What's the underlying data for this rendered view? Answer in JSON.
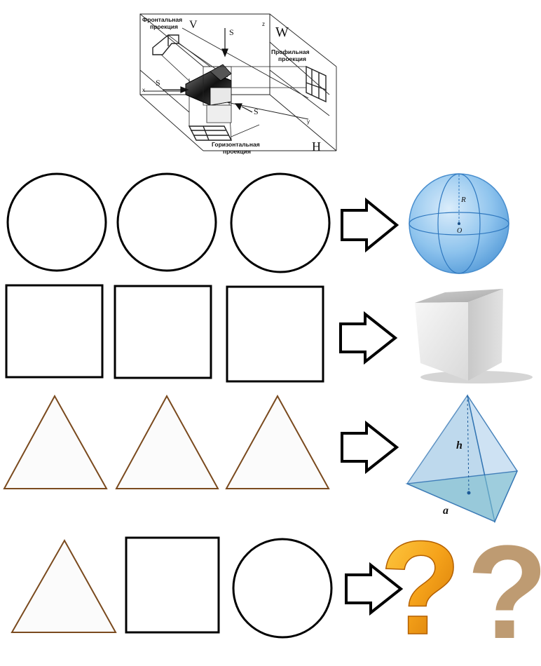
{
  "projection_diagram": {
    "frontal_label_line1": "Фронтальная",
    "frontal_label_line2": "проекция",
    "profile_label_line1": "Профильная",
    "profile_label_line2": "проекция",
    "horizontal_label_line1": "Горизонтальная",
    "horizontal_label_line2": "проекция",
    "plane_v": "V",
    "plane_w": "W",
    "plane_h": "H",
    "axis_x": "x",
    "axis_y": "y",
    "axis_z": "z",
    "direction_s": "S"
  },
  "sphere_labels": {
    "radius": "R",
    "center": "O"
  },
  "pyramid_labels": {
    "height": "h",
    "base_edge": "a"
  },
  "question_mark": "?",
  "colors": {
    "outline": "#000000",
    "triangle_stroke": "#7a4a1e",
    "triangle_fill": "#fbfbfb",
    "sphere_blue": "#7fbbea",
    "pyramid_blue": "#a9cde8",
    "question_orange": "#f29a10"
  }
}
